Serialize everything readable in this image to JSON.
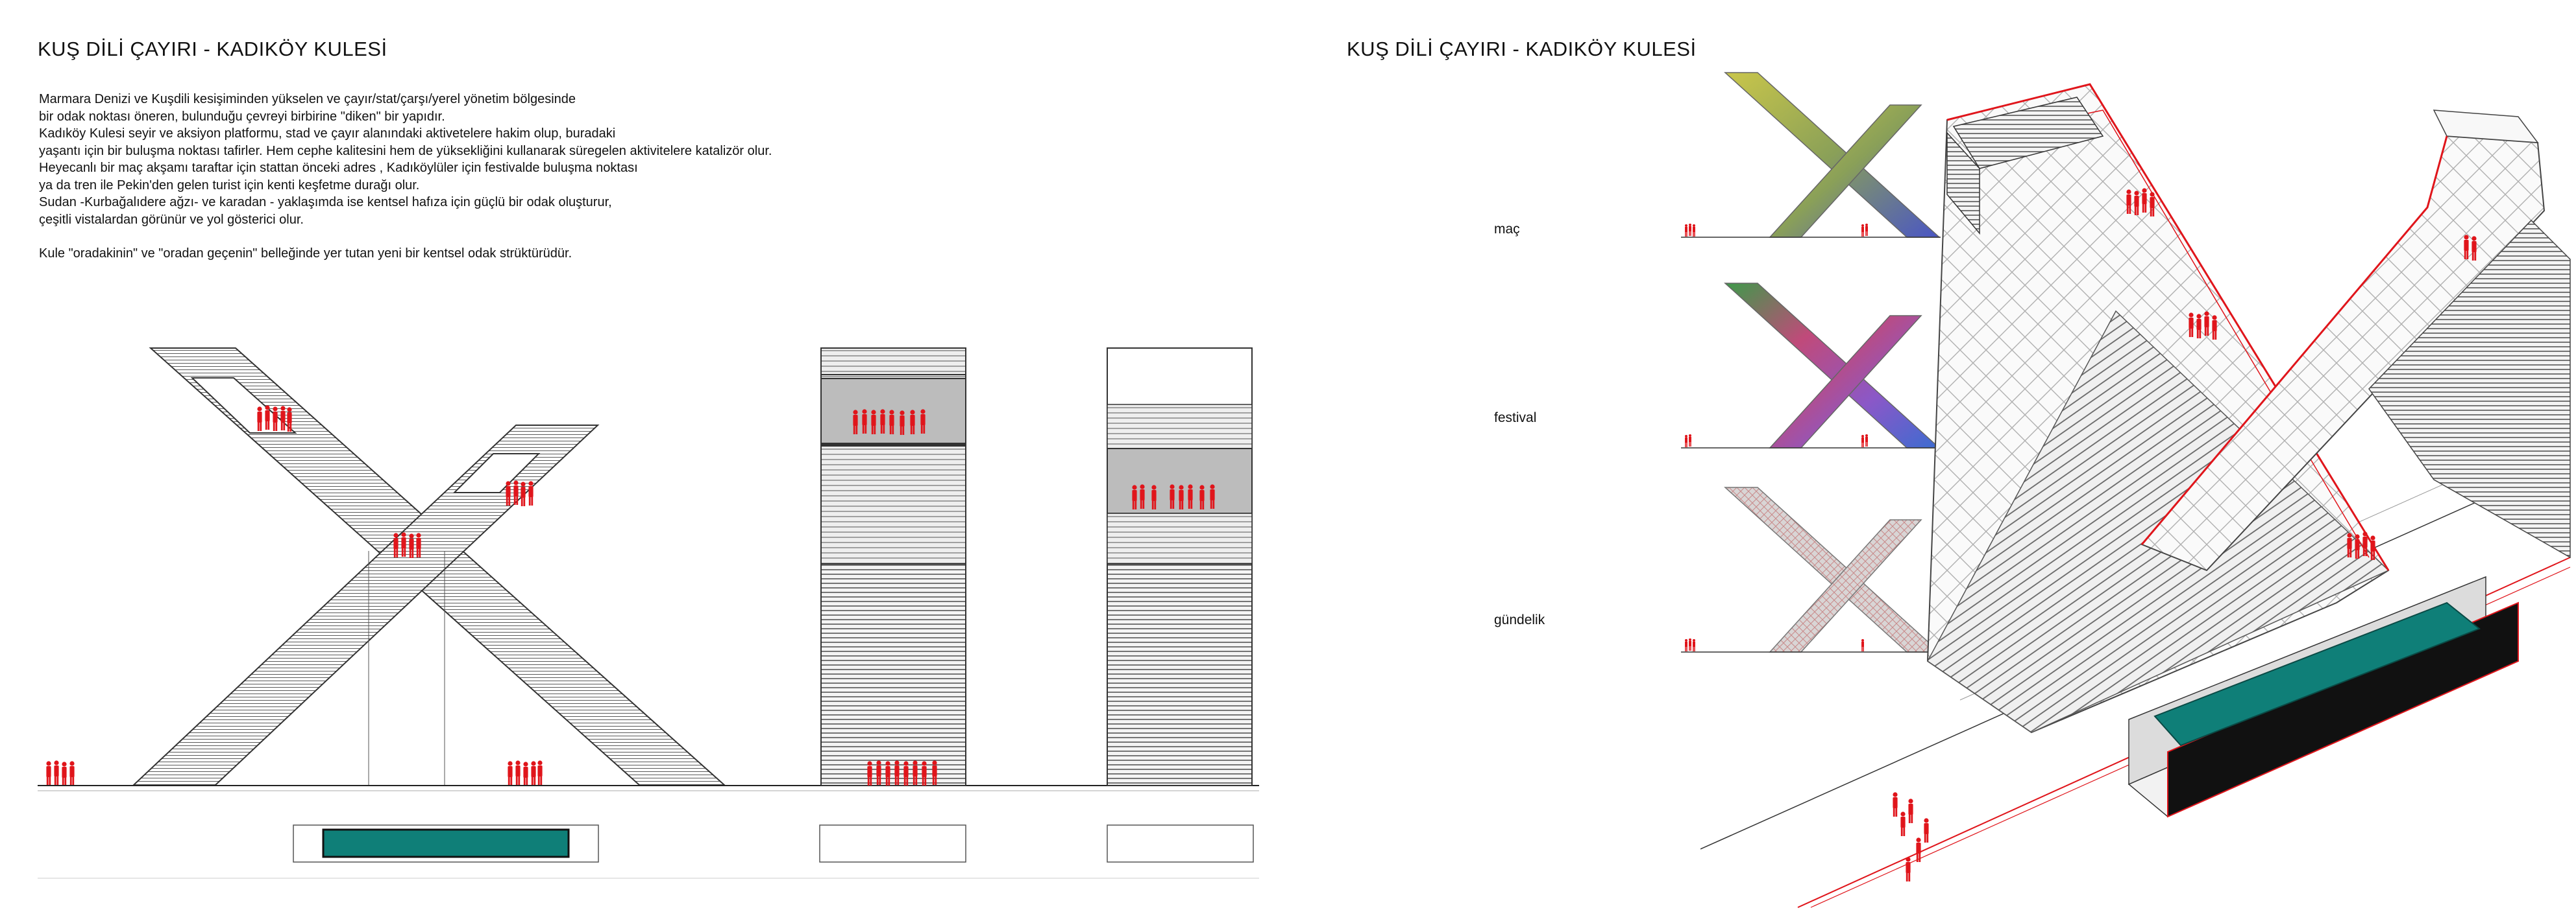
{
  "left_panel": {
    "title": "KUŞ DİLİ ÇAYIRI - KADIKÖY KULESİ",
    "paragraph_lines": [
      "Marmara Denizi ve Kuşdili kesişiminden yükselen ve çayır/stat/çarşı/yerel yönetim bölgesinde",
      "bir odak noktası öneren, bulunduğu çevreyi birbirine \"diken\" bir yapıdır.",
      "Kadıköy Kulesi seyir ve aksiyon platformu, stad ve çayır alanındaki aktivetelere hakim olup, buradaki",
      "yaşantı için bir buluşma noktası tafirler. Hem cephe kalitesini hem de yüksekliğini kullanarak süregelen aktivitelere katalizör olur.",
      "Heyecanlı bir maç akşamı taraftar için stattan önceki adres , Kadıköylüler için festivalde buluşma noktası",
      "ya da tren ile Pekin'den gelen turist için kenti keşfetme durağı olur.",
      "Sudan -Kurbağalıdere ağzı- ve karadan - yaklaşımda ise kentsel hafıza için güçlü bir odak oluşturur,",
      "çeşitli vistalardan görünür ve yol gösterici olur."
    ],
    "closing_line": "Kule \"oradakinin\" ve \"oradan geçenin\" belleğinde yer tutan yeni bir kentsel odak strüktürüdür."
  },
  "right_panel": {
    "title": "KUŞ DİLİ ÇAYIRI - KADIKÖY KULESİ",
    "modes": [
      {
        "label": "maç"
      },
      {
        "label": "festival"
      },
      {
        "label": "gündelik"
      }
    ]
  },
  "colors": {
    "figure_red": "#e0151b",
    "pool_teal": "#0f7f78",
    "line_dark": "#222222"
  }
}
